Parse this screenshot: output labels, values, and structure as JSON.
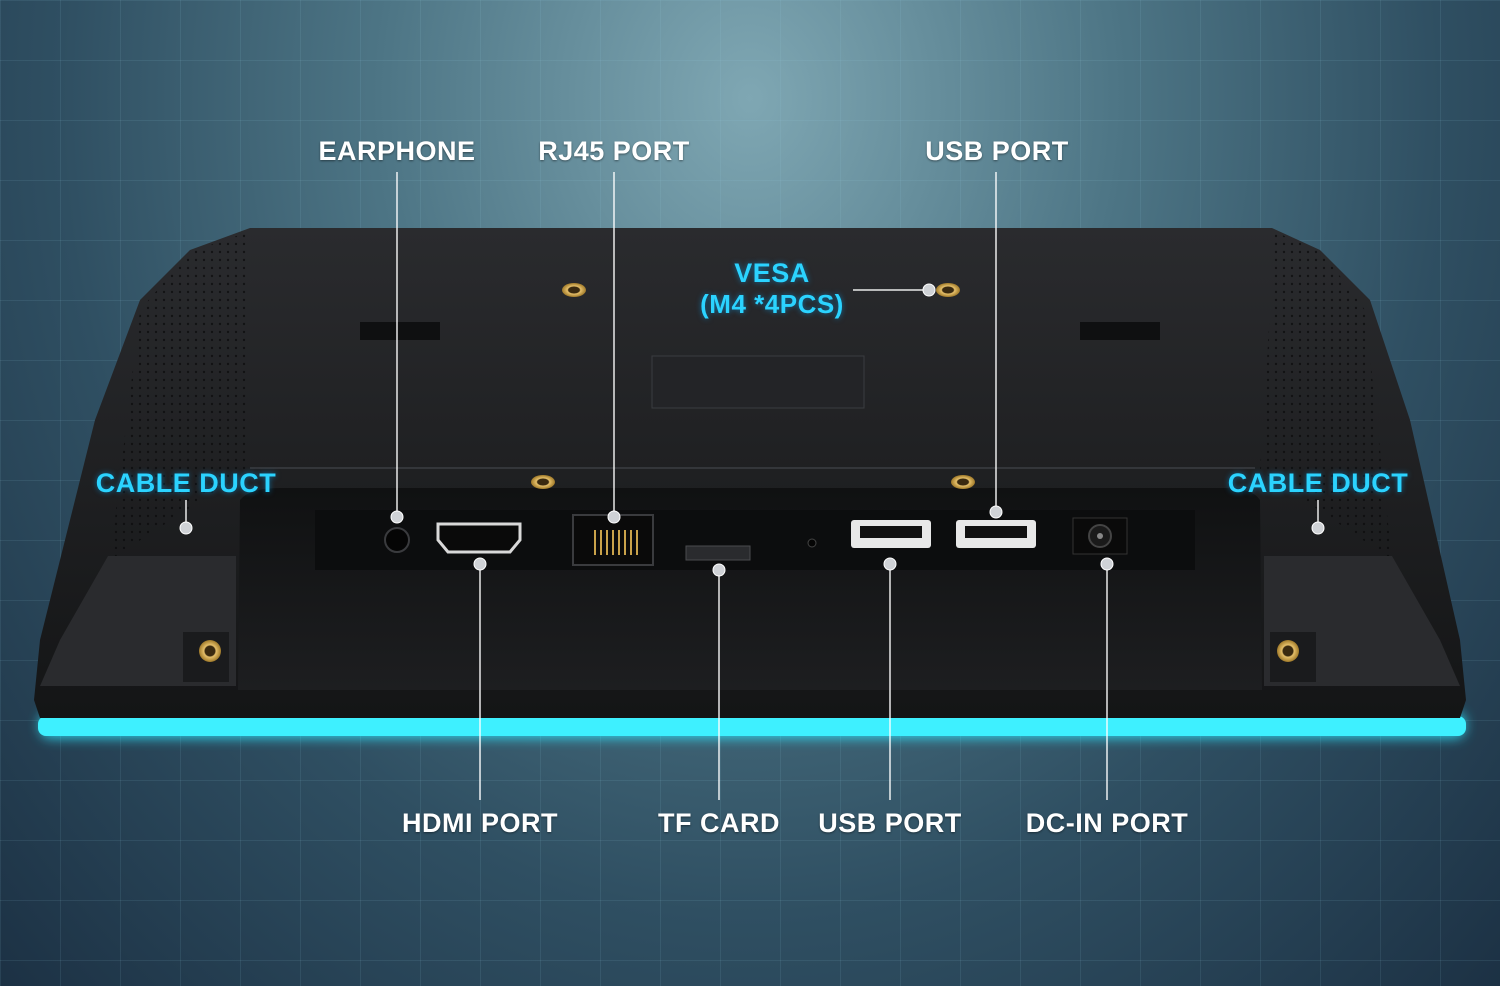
{
  "labels": {
    "earphone": "EARPHONE",
    "rj45_port": "RJ45 PORT",
    "usb_port_top": "USB PORT",
    "vesa_title": "VESA",
    "vesa_sub": "(M4 *4PCS)",
    "cable_duct_left": "CABLE DUCT",
    "cable_duct_right": "CABLE DUCT",
    "hdmi_port": "HDMI PORT",
    "tf_card": "TF CARD",
    "usb_port_bottom": "USB PORT",
    "dc_in_port": "DC-IN PORT"
  },
  "colors": {
    "label_white": "#ffffff",
    "label_cyan": "#2bd3ff",
    "glow_edge": "#2ee6ff",
    "device_body": "#1e1f21",
    "brass": "#c9a24a"
  }
}
